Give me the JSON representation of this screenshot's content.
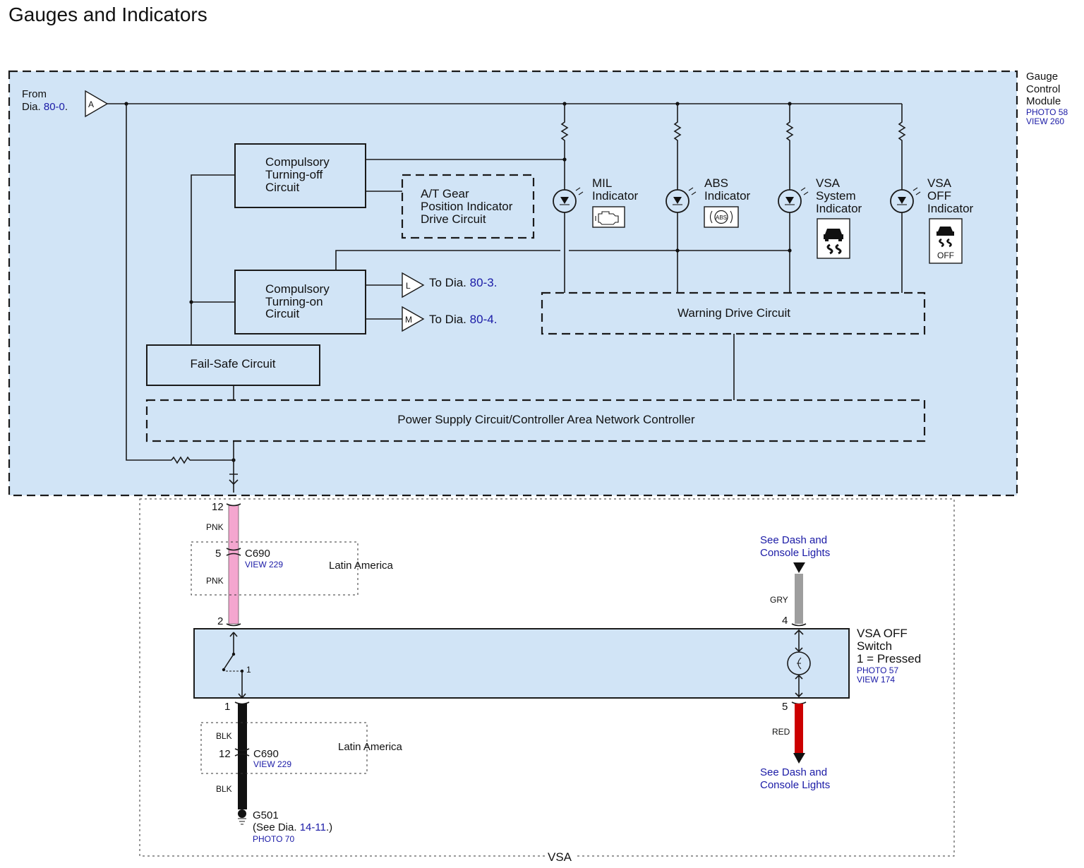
{
  "title": "Gauges and Indicators",
  "module": {
    "name_lines": [
      "Gauge",
      "Control",
      "Module"
    ],
    "photo": "PHOTO 58",
    "view": "VIEW 260",
    "from_label": "From",
    "from_dia_prefix": "Dia.",
    "from_dia_ref": "80-0",
    "from_dia_suffix": ".",
    "from_connector": "A"
  },
  "circuits": {
    "turning_off": [
      "Compulsory",
      "Turning-off",
      "Circuit"
    ],
    "at_gear": [
      "A/T Gear",
      "Position Indicator",
      "Drive Circuit"
    ],
    "turning_on": [
      "Compulsory",
      "Turning-on",
      "Circuit"
    ],
    "fail_safe": "Fail-Safe Circuit",
    "warning_drive": "Warning Drive Circuit",
    "power_supply": "Power Supply Circuit/Controller Area Network Controller"
  },
  "outputs": [
    {
      "connector": "L",
      "prefix": "To Dia.",
      "ref": "80-3",
      "suffix": "."
    },
    {
      "connector": "M",
      "prefix": "To Dia.",
      "ref": "80-4",
      "suffix": "."
    }
  ],
  "indicators": [
    {
      "lines": [
        "MIL",
        "Indicator"
      ],
      "icon": "check-engine-icon"
    },
    {
      "lines": [
        "ABS",
        "Indicator"
      ],
      "icon": "abs-icon",
      "icon_text": "ABS"
    },
    {
      "lines": [
        "VSA",
        "System",
        "Indicator"
      ],
      "icon": "vsa-icon"
    },
    {
      "lines": [
        "VSA",
        "OFF",
        "Indicator"
      ],
      "icon": "vsa-off-icon",
      "icon_text": "OFF"
    }
  ],
  "wiring": {
    "pin_12": "12",
    "wire_pnk": "PNK",
    "c690_top_pin": "5",
    "c690_name": "C690",
    "c690_view": "VIEW 229",
    "latin_america": "Latin America",
    "pnk_lower": "PNK",
    "switch_pin_2": "2",
    "switch_pin_1": "1",
    "blk_upper": "BLK",
    "c690_bottom_pin": "12",
    "blk_lower": "BLK",
    "ground_name": "G501",
    "ground_see_prefix": "(See Dia.",
    "ground_ref": "14-11",
    "ground_see_suffix": ".)",
    "ground_photo": "PHOTO 70",
    "see_dash_top": [
      "See Dash and",
      "Console Lights"
    ],
    "wire_gry": "GRY",
    "switch_pin_4": "4",
    "switch_pin_5": "5",
    "wire_red": "RED",
    "see_dash_bottom": [
      "See Dash and",
      "Console Lights"
    ],
    "switch_contact_label": "1"
  },
  "switch": {
    "name_lines": [
      "VSA OFF",
      "Switch",
      "1 = Pressed"
    ],
    "photo": "PHOTO 57",
    "view": "VIEW 174"
  },
  "system_label": "VSA",
  "colors": {
    "module_fill": "#d1e4f6",
    "wire_pnk": "#f4a6cf",
    "wire_gry": "#9e9e9e",
    "wire_blk": "#111111",
    "wire_red": "#cc0000",
    "reference_blue": "#1a1aa6"
  }
}
